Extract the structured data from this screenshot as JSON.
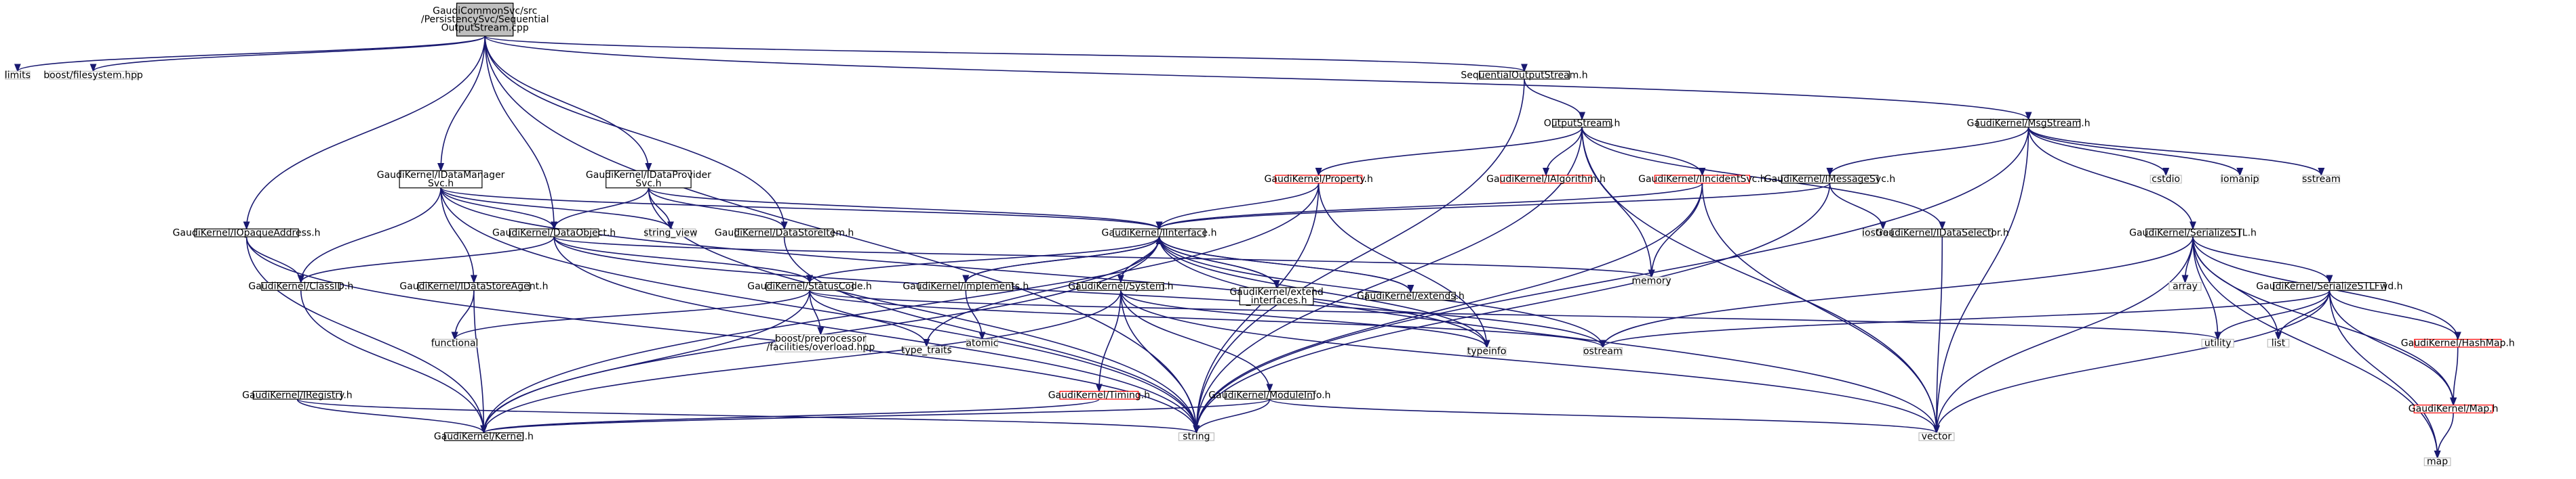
{
  "colors": {
    "edge": "#191970",
    "node_fill": "#ffffff",
    "node_border_normal": "#000000",
    "node_border_undocumented": "#ff0000",
    "node_border_external": "#bfbfbf",
    "root_fill": "#bfbfbf",
    "text": "#000000"
  },
  "nodes": [
    {
      "id": "root",
      "kind": "root",
      "lines": [
        "GaudiCommonSvc/src",
        "/PersistencySvc/Sequential",
        "OutputStream.cpp"
      ]
    },
    {
      "id": "limits",
      "kind": "external",
      "lines": [
        "limits"
      ]
    },
    {
      "id": "boostfs",
      "kind": "external",
      "lines": [
        "boost/filesystem.hpp"
      ]
    },
    {
      "id": "seqos",
      "kind": "normal",
      "lines": [
        "SequentialOutputStream.h"
      ]
    },
    {
      "id": "msgstream",
      "kind": "normal",
      "lines": [
        "GaudiKernel/MsgStream.h"
      ]
    },
    {
      "id": "outputstream",
      "kind": "normal",
      "lines": [
        "OutputStream.h"
      ]
    },
    {
      "id": "idatamgr",
      "kind": "normal",
      "lines": [
        "GaudiKernel/IDataManager",
        "Svc.h"
      ]
    },
    {
      "id": "idataprov",
      "kind": "normal",
      "lines": [
        "GaudiKernel/IDataProvider",
        "Svc.h"
      ]
    },
    {
      "id": "property",
      "kind": "undocumented",
      "lines": [
        "GaudiKernel/Property.h"
      ]
    },
    {
      "id": "ialgorithm",
      "kind": "undocumented",
      "lines": [
        "GaudiKernel/IAlgorithm.h"
      ]
    },
    {
      "id": "iincident",
      "kind": "undocumented",
      "lines": [
        "GaudiKernel/IIncidentSvc.h"
      ]
    },
    {
      "id": "imessage",
      "kind": "normal",
      "lines": [
        "GaudiKernel/IMessageSvc.h"
      ]
    },
    {
      "id": "iopaque",
      "kind": "normal",
      "lines": [
        "GaudiKernel/IOpaqueAddress.h"
      ]
    },
    {
      "id": "dataobject",
      "kind": "normal",
      "lines": [
        "GaudiKernel/DataObject.h"
      ]
    },
    {
      "id": "stringview",
      "kind": "external",
      "lines": [
        "string_view"
      ]
    },
    {
      "id": "datastoreitem",
      "kind": "normal",
      "lines": [
        "GaudiKernel/DataStoreItem.h"
      ]
    },
    {
      "id": "iinterface",
      "kind": "normal",
      "lines": [
        "GaudiKernel/IInterface.h"
      ]
    },
    {
      "id": "iostream",
      "kind": "external",
      "lines": [
        "iostream"
      ]
    },
    {
      "id": "idatasel",
      "kind": "normal",
      "lines": [
        "GaudiKernel/IDataSelector.h"
      ]
    },
    {
      "id": "memory",
      "kind": "external",
      "lines": [
        "memory"
      ]
    },
    {
      "id": "serializestl",
      "kind": "normal",
      "lines": [
        "GaudiKernel/SerializeSTL.h"
      ]
    },
    {
      "id": "cstdio",
      "kind": "external",
      "lines": [
        "cstdio"
      ]
    },
    {
      "id": "iomanip",
      "kind": "external",
      "lines": [
        "iomanip"
      ]
    },
    {
      "id": "sstream",
      "kind": "external",
      "lines": [
        "sstream"
      ]
    },
    {
      "id": "classid",
      "kind": "normal",
      "lines": [
        "GaudiKernel/ClassID.h"
      ]
    },
    {
      "id": "idatastoreagent",
      "kind": "normal",
      "lines": [
        "GaudiKernel/IDataStoreAgent.h"
      ]
    },
    {
      "id": "statuscode",
      "kind": "normal",
      "lines": [
        "GaudiKernel/StatusCode.h"
      ]
    },
    {
      "id": "implements",
      "kind": "normal",
      "lines": [
        "GaudiKernel/implements.h"
      ]
    },
    {
      "id": "system",
      "kind": "normal",
      "lines": [
        "GaudiKernel/System.h"
      ]
    },
    {
      "id": "extendintf",
      "kind": "normal",
      "lines": [
        "GaudiKernel/extend",
        "_interfaces.h"
      ]
    },
    {
      "id": "extends",
      "kind": "normal",
      "lines": [
        "GaudiKernel/extends.h"
      ]
    },
    {
      "id": "array",
      "kind": "external",
      "lines": [
        "array"
      ]
    },
    {
      "id": "serializestlfwd",
      "kind": "normal",
      "lines": [
        "GaudiKernel/SerializeSTLFwd.h"
      ]
    },
    {
      "id": "functional",
      "kind": "external",
      "lines": [
        "functional"
      ]
    },
    {
      "id": "irregistry",
      "kind": "normal",
      "lines": [
        "GaudiKernel/IRegistry.h"
      ]
    },
    {
      "id": "boostpp",
      "kind": "external",
      "lines": [
        "boost/preprocessor",
        "/facilities/overload.hpp"
      ]
    },
    {
      "id": "typetraits",
      "kind": "external",
      "lines": [
        "type_traits"
      ]
    },
    {
      "id": "atomic",
      "kind": "external",
      "lines": [
        "atomic"
      ]
    },
    {
      "id": "timing",
      "kind": "undocumented",
      "lines": [
        "GaudiKernel/Timing.h"
      ]
    },
    {
      "id": "moduleinfo",
      "kind": "normal",
      "lines": [
        "GaudiKernel/ModuleInfo.h"
      ]
    },
    {
      "id": "typeinfo",
      "kind": "external",
      "lines": [
        "typeinfo"
      ]
    },
    {
      "id": "ostream",
      "kind": "external",
      "lines": [
        "ostream"
      ]
    },
    {
      "id": "utility",
      "kind": "external",
      "lines": [
        "utility"
      ]
    },
    {
      "id": "list",
      "kind": "external",
      "lines": [
        "list"
      ]
    },
    {
      "id": "hashmap",
      "kind": "undocumented",
      "lines": [
        "GaudiKernel/HashMap.h"
      ]
    },
    {
      "id": "kernel",
      "kind": "normal",
      "lines": [
        "GaudiKernel/Kernel.h"
      ]
    },
    {
      "id": "string",
      "kind": "external",
      "lines": [
        "string"
      ]
    },
    {
      "id": "vector",
      "kind": "external",
      "lines": [
        "vector"
      ]
    },
    {
      "id": "gkmap",
      "kind": "undocumented",
      "lines": [
        "GaudiKernel/Map.h"
      ]
    },
    {
      "id": "map",
      "kind": "external",
      "lines": [
        "map"
      ]
    }
  ],
  "edges": [
    [
      "root",
      "limits"
    ],
    [
      "root",
      "boostfs"
    ],
    [
      "root",
      "seqos"
    ],
    [
      "root",
      "msgstream"
    ],
    [
      "root",
      "idatamgr"
    ],
    [
      "root",
      "idataprov"
    ],
    [
      "root",
      "iopaque"
    ],
    [
      "root",
      "dataobject"
    ],
    [
      "root",
      "datastoreitem"
    ],
    [
      "root",
      "string"
    ],
    [
      "seqos",
      "outputstream"
    ],
    [
      "seqos",
      "string"
    ],
    [
      "outputstream",
      "property"
    ],
    [
      "outputstream",
      "ialgorithm"
    ],
    [
      "outputstream",
      "iincident"
    ],
    [
      "outputstream",
      "idatasel"
    ],
    [
      "outputstream",
      "memory"
    ],
    [
      "outputstream",
      "string"
    ],
    [
      "outputstream",
      "vector"
    ],
    [
      "msgstream",
      "imessage"
    ],
    [
      "msgstream",
      "serializestl"
    ],
    [
      "msgstream",
      "cstdio"
    ],
    [
      "msgstream",
      "iomanip"
    ],
    [
      "msgstream",
      "sstream"
    ],
    [
      "msgstream",
      "string"
    ],
    [
      "msgstream",
      "vector"
    ],
    [
      "idatamgr",
      "dataobject"
    ],
    [
      "idatamgr",
      "iinterface"
    ],
    [
      "idatamgr",
      "stringview"
    ],
    [
      "idatamgr",
      "classid"
    ],
    [
      "idatamgr",
      "idatastoreagent"
    ],
    [
      "idatamgr",
      "string"
    ],
    [
      "idatamgr",
      "typeinfo"
    ],
    [
      "idataprov",
      "dataobject"
    ],
    [
      "idataprov",
      "datastoreitem"
    ],
    [
      "idataprov",
      "iinterface"
    ],
    [
      "idataprov",
      "stringview"
    ],
    [
      "idataprov",
      "string"
    ],
    [
      "property",
      "iinterface"
    ],
    [
      "property",
      "kernel"
    ],
    [
      "property",
      "string"
    ],
    [
      "property",
      "typeinfo"
    ],
    [
      "iincident",
      "iinterface"
    ],
    [
      "iincident",
      "memory"
    ],
    [
      "iincident",
      "string"
    ],
    [
      "iincident",
      "vector"
    ],
    [
      "imessage",
      "iinterface"
    ],
    [
      "imessage",
      "iostream"
    ],
    [
      "imessage",
      "string"
    ],
    [
      "iopaque",
      "classid"
    ],
    [
      "iopaque",
      "kernel"
    ],
    [
      "iopaque",
      "string"
    ],
    [
      "dataobject",
      "classid"
    ],
    [
      "dataobject",
      "statuscode"
    ],
    [
      "dataobject",
      "memory"
    ],
    [
      "dataobject",
      "ostream"
    ],
    [
      "dataobject",
      "string"
    ],
    [
      "datastoreitem",
      "string"
    ],
    [
      "iinterface",
      "implements"
    ],
    [
      "iinterface",
      "system"
    ],
    [
      "iinterface",
      "extendintf"
    ],
    [
      "iinterface",
      "extends"
    ],
    [
      "iinterface",
      "statuscode"
    ],
    [
      "iinterface",
      "kernel"
    ],
    [
      "iinterface",
      "ostream"
    ],
    [
      "iinterface",
      "typeinfo"
    ],
    [
      "iinterface",
      "typetraits"
    ],
    [
      "iinterface",
      "vector"
    ],
    [
      "idatasel",
      "vector"
    ],
    [
      "serializestl",
      "serializestlfwd"
    ],
    [
      "serializestl",
      "hashmap"
    ],
    [
      "serializestl",
      "gkmap"
    ],
    [
      "serializestl",
      "array"
    ],
    [
      "serializestl",
      "list"
    ],
    [
      "serializestl",
      "map"
    ],
    [
      "serializestl",
      "ostream"
    ],
    [
      "serializestl",
      "utility"
    ],
    [
      "serializestl",
      "vector"
    ],
    [
      "classid",
      "kernel"
    ],
    [
      "idatastoreagent",
      "functional"
    ],
    [
      "idatastoreagent",
      "kernel"
    ],
    [
      "statuscode",
      "boostpp"
    ],
    [
      "statuscode",
      "functional"
    ],
    [
      "statuscode",
      "kernel"
    ],
    [
      "statuscode",
      "ostream"
    ],
    [
      "statuscode",
      "typetraits"
    ],
    [
      "statuscode",
      "utility"
    ],
    [
      "implements",
      "iinterface"
    ],
    [
      "implements",
      "atomic"
    ],
    [
      "system",
      "timing"
    ],
    [
      "system",
      "moduleinfo"
    ],
    [
      "system",
      "kernel"
    ],
    [
      "system",
      "string"
    ],
    [
      "system",
      "typeinfo"
    ],
    [
      "system",
      "vector"
    ],
    [
      "extendintf",
      "iinterface"
    ],
    [
      "extends",
      "iinterface"
    ],
    [
      "serializestlfwd",
      "hashmap"
    ],
    [
      "serializestlfwd",
      "gkmap"
    ],
    [
      "serializestlfwd",
      "list"
    ],
    [
      "serializestlfwd",
      "map"
    ],
    [
      "serializestlfwd",
      "ostream"
    ],
    [
      "serializestlfwd",
      "utility"
    ],
    [
      "serializestlfwd",
      "vector"
    ],
    [
      "irregistry",
      "kernel"
    ],
    [
      "irregistry",
      "string"
    ],
    [
      "timing",
      "kernel"
    ],
    [
      "moduleinfo",
      "kernel"
    ],
    [
      "moduleinfo",
      "string"
    ],
    [
      "moduleinfo",
      "vector"
    ],
    [
      "hashmap",
      "gkmap"
    ],
    [
      "gkmap",
      "map"
    ]
  ]
}
